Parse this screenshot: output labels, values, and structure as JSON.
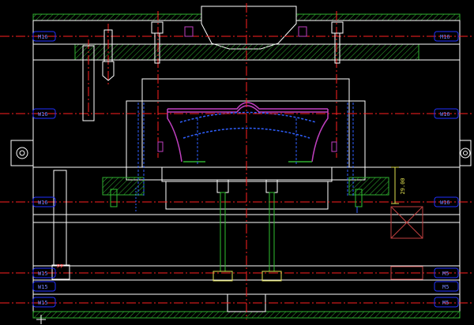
{
  "drawing": {
    "colors": {
      "background": "#000000",
      "plate": "#ffffff",
      "center_line": "#ff2020",
      "hatch": "#30b030",
      "hidden": "#3060ff",
      "part": "#c040c0",
      "dimension": "#e0e050",
      "ejector": "#30c030",
      "label_box": "#2030ff"
    },
    "left_labels": [
      {
        "id": "l1",
        "text": "M16"
      },
      {
        "id": "l2",
        "text": "W16"
      },
      {
        "id": "l3",
        "text": "W16"
      },
      {
        "id": "l4",
        "text": "W15"
      },
      {
        "id": "l5",
        "text": "W15"
      },
      {
        "id": "l6",
        "text": "W15"
      }
    ],
    "right_labels": [
      {
        "id": "r1",
        "text": "M16"
      },
      {
        "id": "r2",
        "text": "W16"
      },
      {
        "id": "r3",
        "text": "W16"
      },
      {
        "id": "r4",
        "text": "M5"
      },
      {
        "id": "r5",
        "text": "M5"
      },
      {
        "id": "r6",
        "text": "M5"
      }
    ],
    "dimension_text": "29.00",
    "pin_note": "PP"
  }
}
